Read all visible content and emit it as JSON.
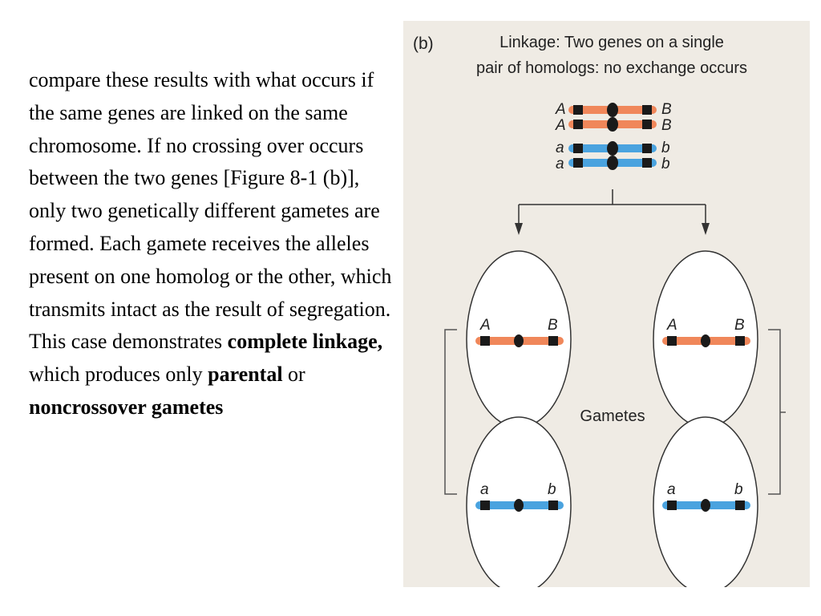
{
  "text": {
    "s1": "compare these results with what occurs if the same genes are linked on the same chromosome. If no crossing over occurs between the two genes [Figure 8-1 (b)], only two genetically different gametes are formed. Each gamete receives the alleles present on one homolog or the other, which transmits intact as the result of segregation. This case demonstrates ",
    "b1": "complete linkage,",
    "s2": " which produces only ",
    "b2": "parental",
    "s3": " or ",
    "b3": "noncrossover gametes"
  },
  "figure": {
    "panel_label": "(b)",
    "title_line1": "Linkage: Two genes on a single",
    "title_line2": "pair of homologs: no exchange occurs",
    "gametes_label": "Gametes",
    "top_pairs": [
      {
        "left": "A",
        "right": "B"
      },
      {
        "left": "A",
        "right": "B"
      },
      {
        "left": "a",
        "right": "b"
      },
      {
        "left": "a",
        "right": "b"
      }
    ],
    "gamete_cells": [
      {
        "left": "A",
        "right": "B"
      },
      {
        "left": "A",
        "right": "B"
      },
      {
        "left": "a",
        "right": "b"
      },
      {
        "left": "a",
        "right": "b"
      }
    ],
    "colors": {
      "background": "#efebe4",
      "dominant_chromosome": "#f0875a",
      "recessive_chromosome": "#4aa3df",
      "marker": "#1a1a1a",
      "cell_fill": "#ffffff",
      "cell_stroke": "#333333"
    }
  }
}
